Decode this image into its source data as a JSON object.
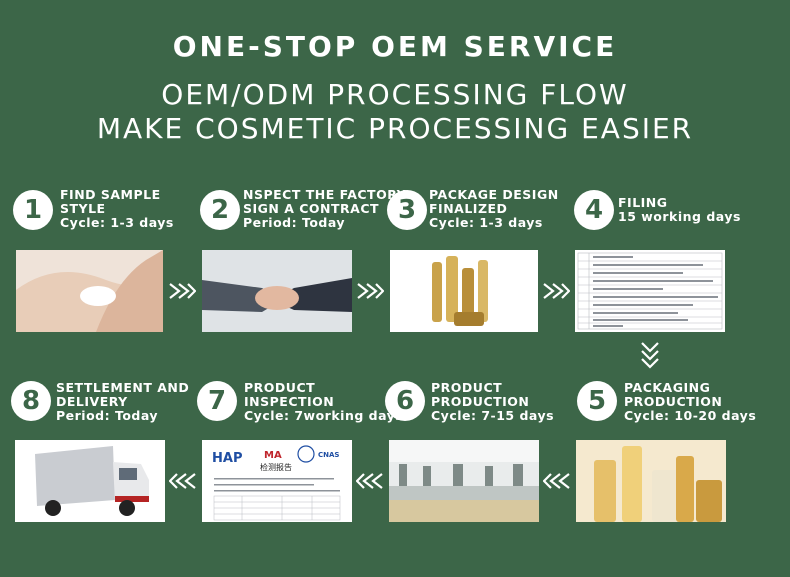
{
  "header": {
    "title": "ONE-STOP OEM SERVICE",
    "subtitle_line1": "OEM/ODM PROCESSING FLOW",
    "subtitle_line2": "MAKE COSMETIC PROCESSING EASIER"
  },
  "steps": [
    {
      "num": "1",
      "line1": "FIND SAMPLE",
      "line2": "STYLE",
      "line3": "Cycle: 1-3 days"
    },
    {
      "num": "2",
      "line1": "NSPECT THE FACTORY",
      "line2": "SIGN A CONTRACT",
      "line3": "Period: Today"
    },
    {
      "num": "3",
      "line1": "PACKAGE DESIGN",
      "line2": "FINALIZED",
      "line3": "Cycle: 1-3 days"
    },
    {
      "num": "4",
      "line1": "FILING",
      "line2": "15 working days",
      "line3": ""
    },
    {
      "num": "5",
      "line1": "PACKAGING",
      "line2": "PRODUCTION",
      "line3": "Cycle: 10-20 days"
    },
    {
      "num": "6",
      "line1": "PRODUCT",
      "line2": "PRODUCTION",
      "line3": "Cycle: 7-15 days"
    },
    {
      "num": "7",
      "line1": "PRODUCT",
      "line2": "INSPECTION",
      "line3": "Cycle: 7working days"
    },
    {
      "num": "8",
      "line1": "SETTLEMENT AND",
      "line2": "DELIVERY",
      "line3": "Period: Today"
    }
  ],
  "report_logos": {
    "hap": "HAP",
    "ma": "MA",
    "cnas": "CNAS",
    "report_title": "检测报告"
  },
  "colors": {
    "background": "#3c6648",
    "accent": "#ffffff",
    "arrow": "#ffffff"
  }
}
